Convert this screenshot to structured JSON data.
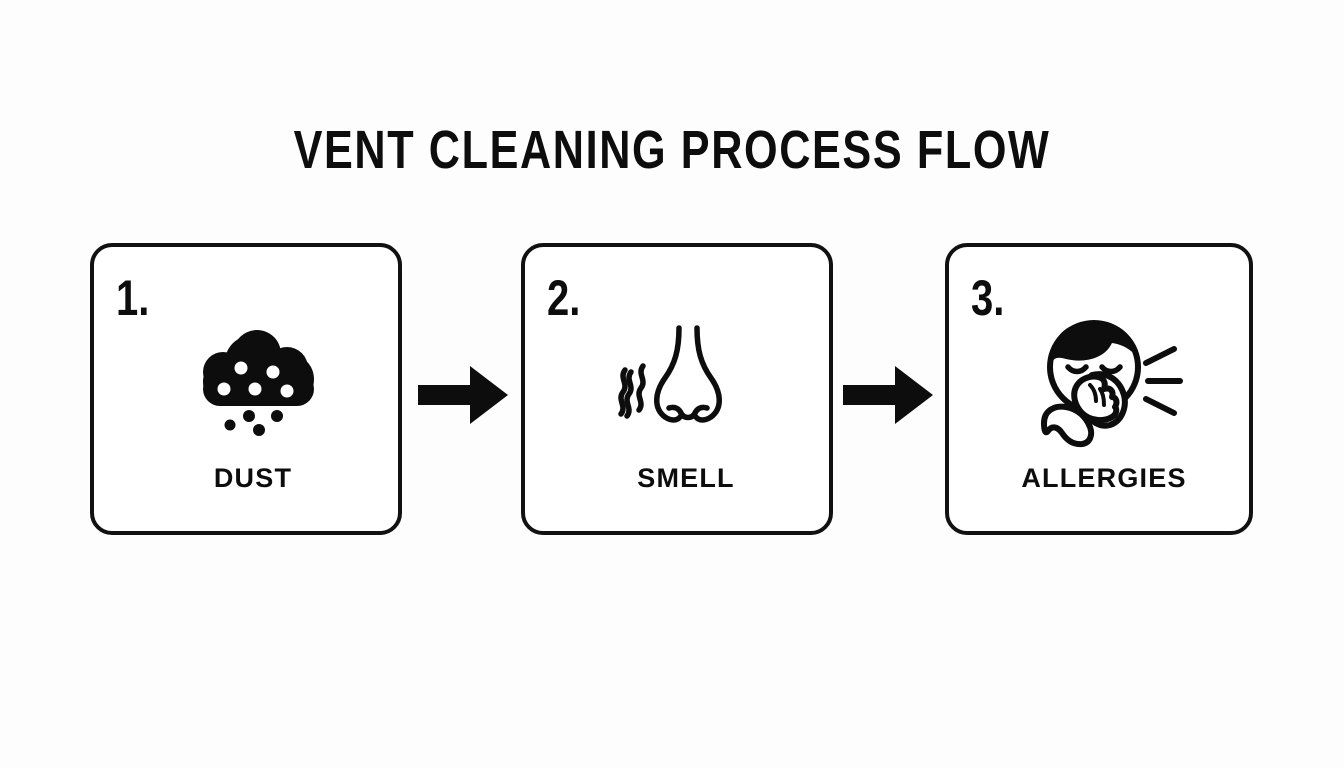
{
  "page": {
    "title": "VENT CLEANING PROCESS FLOW",
    "background_color": "#fdfdfd",
    "ink_color": "#111111"
  },
  "flow": {
    "steps": [
      {
        "number": "1.",
        "label": "DUST",
        "icon": "dust-cloud-icon"
      },
      {
        "number": "2.",
        "label": "SMELL",
        "icon": "nose-smell-icon"
      },
      {
        "number": "3.",
        "label": "ALLERGIES",
        "icon": "sneezing-person-icon"
      }
    ],
    "connectors": [
      {
        "icon": "arrow-right-icon"
      },
      {
        "icon": "arrow-right-icon"
      }
    ]
  }
}
